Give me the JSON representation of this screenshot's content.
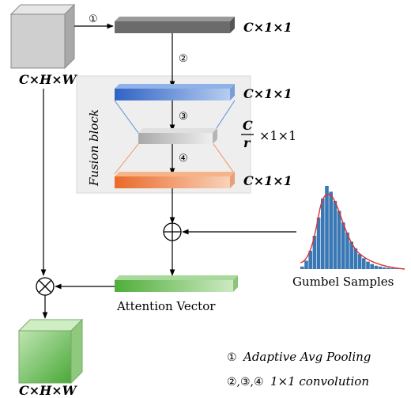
{
  "input": {
    "dims": "C×H×W"
  },
  "output": {
    "dims": "C×H×W"
  },
  "gap": {
    "dims": "C×1×1"
  },
  "fusion": {
    "title": "Fusion block",
    "top_dims": "C×1×1",
    "mid_num": "C",
    "mid_den": "r",
    "mid_rest": "×1×1",
    "bot_dims": "C×1×1"
  },
  "steps": {
    "s1": "①",
    "s2": "②",
    "s3": "③",
    "s4": "④"
  },
  "attention": {
    "label": "Attention Vector"
  },
  "gumbel": {
    "label": "Gumbel Samples",
    "hist": [
      0.03,
      0.1,
      0.22,
      0.4,
      0.62,
      0.85,
      1.0,
      0.93,
      0.82,
      0.7,
      0.56,
      0.44,
      0.33,
      0.25,
      0.18,
      0.13,
      0.09,
      0.06,
      0.04,
      0.03,
      0.02,
      0.015,
      0.01,
      0.008
    ]
  },
  "ops": {
    "add": "⊕",
    "mul": "⊗"
  },
  "legend": {
    "l1_mark": "①",
    "l1_text": "Adaptive Avg Pooling",
    "l2_mark": "②,③,④",
    "l2_text": "1×1 convolution"
  },
  "colors": {
    "gap_bar": "#6b6b6b",
    "fusion_top": "#4a7fd0",
    "fusion_mid": "#c8c8c8",
    "fusion_bot": "#f08a4b",
    "attention": "#6dbf57",
    "output_cube": "#6fbf5c",
    "input_cube": "#cccccc",
    "hist_bar": "#3a78b5",
    "fit_curve": "#e03030",
    "fusion_bg": "#eeeeee"
  }
}
